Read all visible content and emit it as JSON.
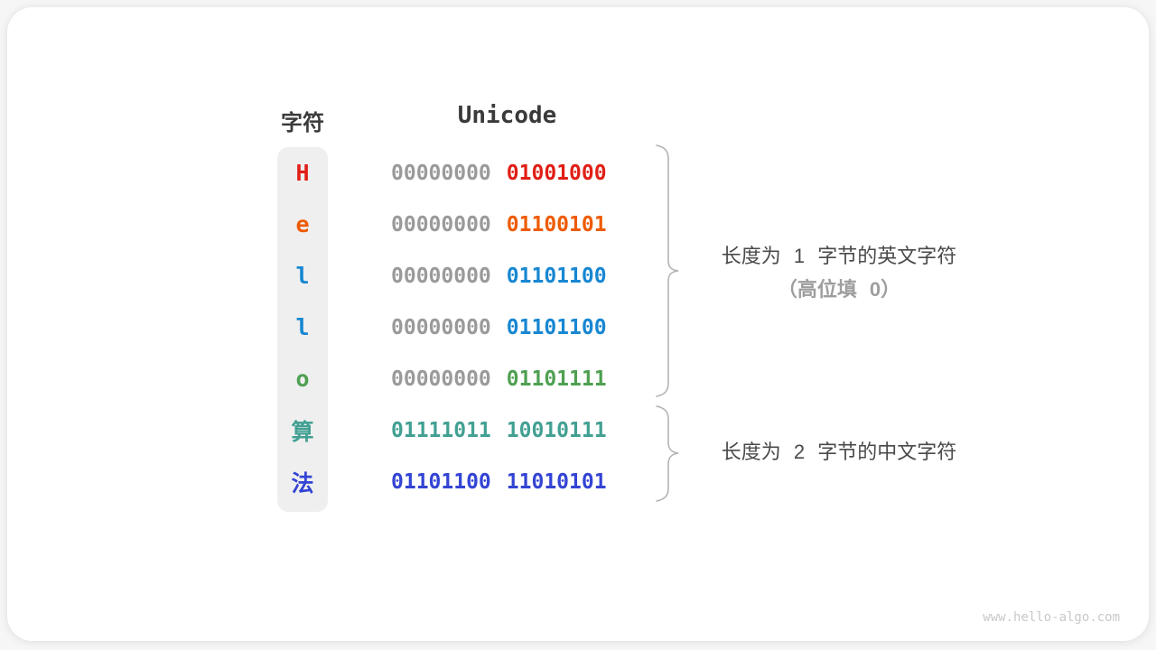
{
  "table": {
    "headers": {
      "char": "字符",
      "unicode": "Unicode"
    },
    "rows": [
      {
        "char": "H",
        "color": "#e01f16",
        "byte1": "00000000",
        "byte2": "01001000",
        "byte1_padded": true
      },
      {
        "char": "e",
        "color": "#ee5b00",
        "byte1": "00000000",
        "byte2": "01100101",
        "byte1_padded": true
      },
      {
        "char": "l",
        "color": "#1787d2",
        "byte1": "00000000",
        "byte2": "01101100",
        "byte1_padded": true
      },
      {
        "char": "l",
        "color": "#1787d2",
        "byte1": "00000000",
        "byte2": "01101100",
        "byte1_padded": true
      },
      {
        "char": "o",
        "color": "#4fa052",
        "byte1": "00000000",
        "byte2": "01101111",
        "byte1_padded": true
      },
      {
        "char": "算",
        "color": "#42a093",
        "byte1": "01111011",
        "byte2": "10010111",
        "byte1_padded": false
      },
      {
        "char": "法",
        "color": "#3344d4",
        "byte1": "01101100",
        "byte2": "11010101",
        "byte1_padded": false
      }
    ]
  },
  "annotations": {
    "english_group": {
      "line1": "长度为 1 字节的英文字符",
      "line2": "（高位填 0）"
    },
    "chinese_group": {
      "line1": "长度为 2 字节的中文字符"
    }
  },
  "watermark": "www.hello-algo.com",
  "colors": {
    "page_bg": "#f6f6f6",
    "card_bg": "#ffffff",
    "char_strip_bg": "#efefef",
    "header_text": "#3a3a3a",
    "padding_bits": "#9a9a9a",
    "annotation_text": "#4a4a4a",
    "annotation_sub_text": "#9e9e9e",
    "brace": "#b3b3b3",
    "watermark": "#c8c8c8"
  }
}
